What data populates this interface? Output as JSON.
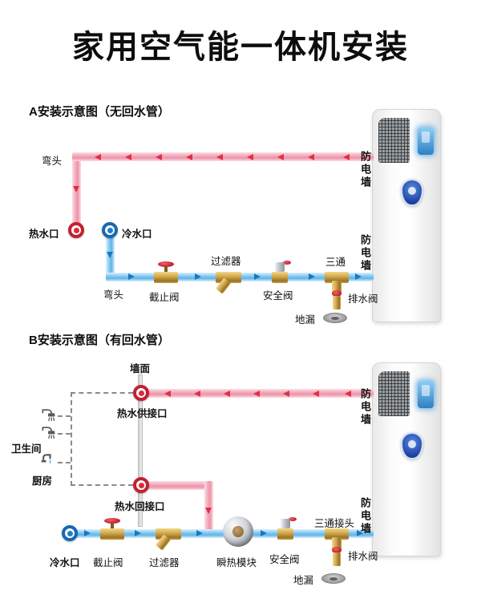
{
  "title": "家用空气能一体机安装",
  "section_a": {
    "heading": "A安装示意图（无回水管）",
    "labels": {
      "elbow_top": "弯头",
      "hot_port": "热水口",
      "cold_port": "冷水口",
      "elbow_bottom": "弯头",
      "stop_valve": "截止阀",
      "filter": "过滤器",
      "safety_valve": "安全阀",
      "tee": "三通",
      "drain_valve": "排水阀",
      "floor_drain": "地漏",
      "wall_guard_top": "防电墙",
      "wall_guard_bottom": "防电墙"
    }
  },
  "section_b": {
    "heading": "B安装示意图（有回水管）",
    "labels": {
      "wall": "墙面",
      "hot_supply_port": "热水供接口",
      "bathroom": "卫生间",
      "kitchen": "厨房",
      "hot_return_port": "热水回接口",
      "cold_port": "冷水口",
      "stop_valve": "截止阀",
      "filter": "过滤器",
      "instant_heat_module": "瞬热模块",
      "safety_valve": "安全阀",
      "tee": "三通接头",
      "drain_valve": "排水阀",
      "floor_drain": "地漏",
      "wall_guard_top": "防电墙",
      "wall_guard_bottom": "防电墙"
    }
  },
  "colors": {
    "hot_pipe": "#f2a9ba",
    "hot_arrow": "#e03049",
    "cold_pipe": "#86c9ef",
    "cold_arrow": "#1878c0",
    "brass": "#cfa44a",
    "display_blue": "#2f7fc2",
    "badge_blue": "#1c3f9e"
  }
}
